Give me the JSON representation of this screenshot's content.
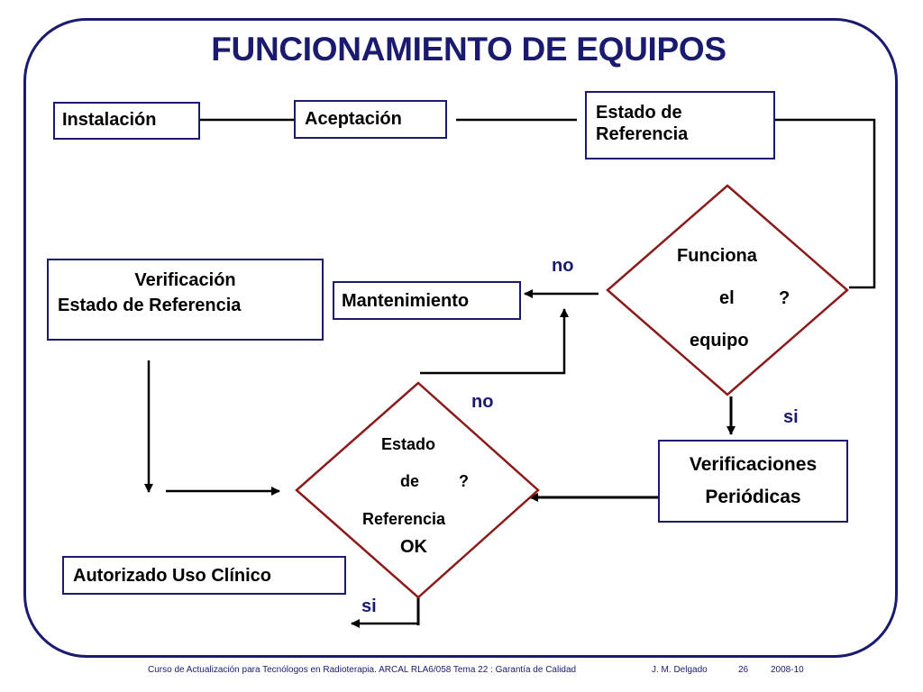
{
  "title": "FUNCIONAMIENTO DE EQUIPOS",
  "nodes": {
    "instalacion": "Instalación",
    "aceptacion": "Aceptación",
    "estado_ref": [
      "Estado de",
      "Referencia"
    ],
    "verif_estado": [
      "Verificación",
      "Estado de Referencia"
    ],
    "mantenimiento": "Mantenimiento",
    "verif_periodicas": [
      "Verificaciones",
      "Periódicas"
    ],
    "autorizado": "Autorizado Uso Clínico",
    "decision_funciona": [
      "Funciona",
      "el",
      "?",
      "equipo"
    ],
    "decision_estado": [
      "Estado",
      "de",
      "?",
      "Referencia",
      "OK"
    ]
  },
  "edges": {
    "no_top": "no",
    "si_right": "si",
    "no_bottom": "no",
    "si_bottom": "si"
  },
  "footer": {
    "course": "Curso de Actualización para Tecnólogos en Radioterapia.  ARCAL RLA6/058   Tema 22 : Garantía de Calidad",
    "author": "J. M. Delgado",
    "page": "26",
    "date": "2008-10"
  },
  "colors": {
    "border": "#1a1a6e",
    "diamond": "#8b1a1a",
    "lines": "#000000"
  }
}
